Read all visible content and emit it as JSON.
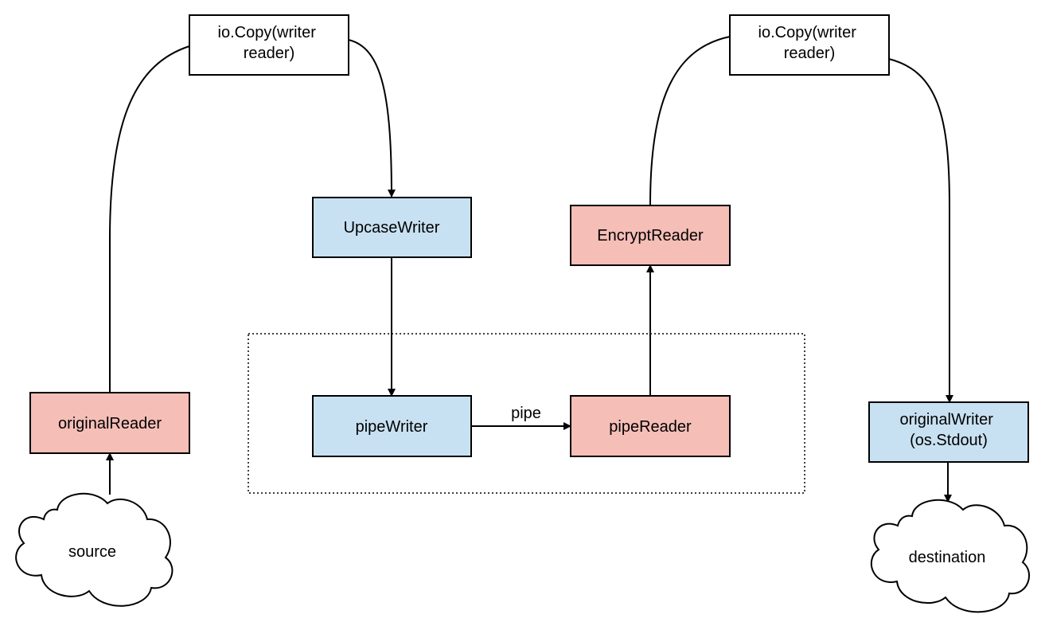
{
  "colors": {
    "writer_fill": "#c8e1f2",
    "reader_fill": "#f5beb7",
    "plain_fill": "#ffffff"
  },
  "nodes": {
    "io_copy_left": {
      "lines": [
        "io.Copy(writer",
        "reader)"
      ],
      "kind": "plain"
    },
    "io_copy_right": {
      "lines": [
        "io.Copy(writer",
        "reader)"
      ],
      "kind": "plain"
    },
    "upcase_writer": {
      "lines": [
        "UpcaseWriter"
      ],
      "kind": "writer"
    },
    "encrypt_reader": {
      "lines": [
        "EncryptReader"
      ],
      "kind": "reader"
    },
    "original_reader": {
      "lines": [
        "originalReader"
      ],
      "kind": "reader"
    },
    "pipe_writer": {
      "lines": [
        "pipeWriter"
      ],
      "kind": "writer"
    },
    "pipe_reader": {
      "lines": [
        "pipeReader"
      ],
      "kind": "reader"
    },
    "original_writer": {
      "lines": [
        "originalWriter",
        "(os.Stdout)"
      ],
      "kind": "writer"
    }
  },
  "clouds": {
    "source": "source",
    "destination": "destination"
  },
  "edges": {
    "pipe_label": "pipe"
  }
}
